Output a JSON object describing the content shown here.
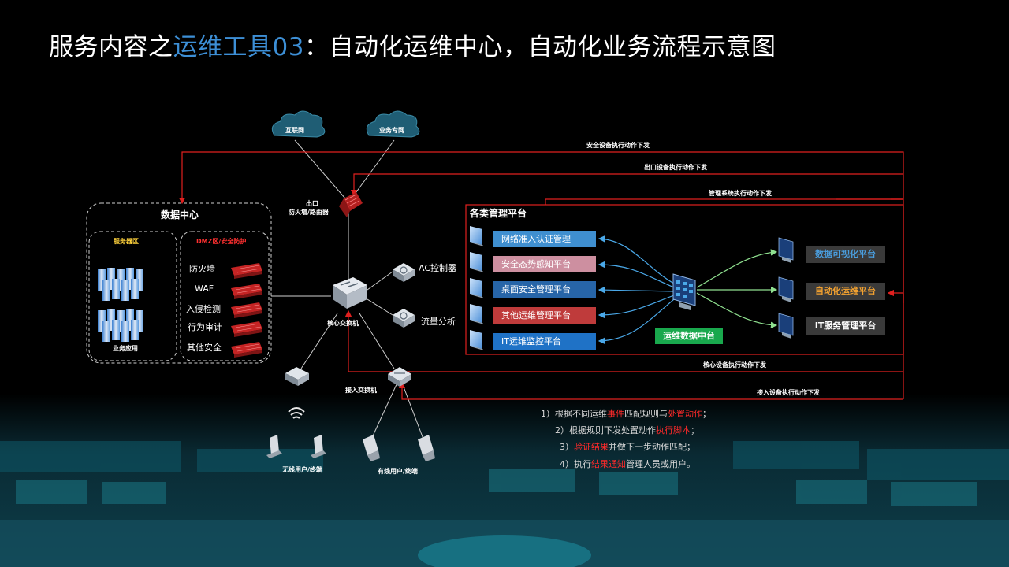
{
  "title": {
    "part1": "服务内容之",
    "highlight": "运维工具03",
    "part2": "：自动化运维中心，自动化业务流程示意图"
  },
  "network": {
    "cloud_internet": "互联网",
    "cloud_private": "业务专网",
    "exit_label_1": "出口",
    "exit_label_2": "防火墙/路由器",
    "core_switch": "核心交换机",
    "ac_controller": "AC控制器",
    "traffic_analysis": "流量分析",
    "access_switch": "接入交换机",
    "wireless_users": "无线用户/终端",
    "wired_users": "有线用户/终端"
  },
  "datacenter": {
    "title": "数据中心",
    "server_zone": "服务器区",
    "server_app": "业务应用",
    "dmz_zone": "DMZ区/安全防护",
    "devices": [
      "防火墙",
      "WAF",
      "入侵检测",
      "行为审计",
      "其他安全"
    ]
  },
  "platforms": {
    "title": "各类管理平台",
    "items": [
      {
        "label": "网络准入认证管理",
        "color": "#3f8fd0"
      },
      {
        "label": "安全态势感知平台",
        "color": "#cd8fa0"
      },
      {
        "label": "桌面安全管理平台",
        "color": "#2765a8"
      },
      {
        "label": "其他运维管理平台",
        "color": "#bf3b3b"
      },
      {
        "label": "IT运维监控平台",
        "color": "#1f72c6"
      }
    ]
  },
  "center": {
    "label": "运维数据中台",
    "color": "#19a84d"
  },
  "right_platforms": [
    {
      "label": "数据可视化平台",
      "color": "#4a9fe0"
    },
    {
      "label": "自动化运维平台",
      "color": "#f0a030"
    },
    {
      "label": "IT服务管理平台",
      "color": "#ffffff"
    }
  ],
  "flows": {
    "security_devices": "安全设备执行动作下发",
    "exit_devices": "出口设备执行动作下发",
    "management_systems": "管理系统执行动作下发",
    "core_devices": "核心设备执行动作下发",
    "access_devices": "接入设备执行动作下发"
  },
  "notes": [
    {
      "prefix": "1）根据不同运维",
      "red1": "事件",
      "mid": "匹配规则与",
      "red2": "处置动作",
      "suffix": "；"
    },
    {
      "prefix": "2）根据规则下发处置动作",
      "red1": "执行脚本",
      "mid": "",
      "red2": "",
      "suffix": "；"
    },
    {
      "prefix": "3）",
      "red1": "验证结果",
      "mid": "并做下一步动作匹配；",
      "red2": "",
      "suffix": ""
    },
    {
      "prefix": "4）执行",
      "red1": "结果通知",
      "mid": "管理人员或用户。",
      "red2": "",
      "suffix": ""
    }
  ],
  "colors": {
    "accent_red": "#e0201f",
    "title_highlight": "#3d8fd6",
    "dmz_label": "#ff3030",
    "server_label": "#ffd23c"
  }
}
